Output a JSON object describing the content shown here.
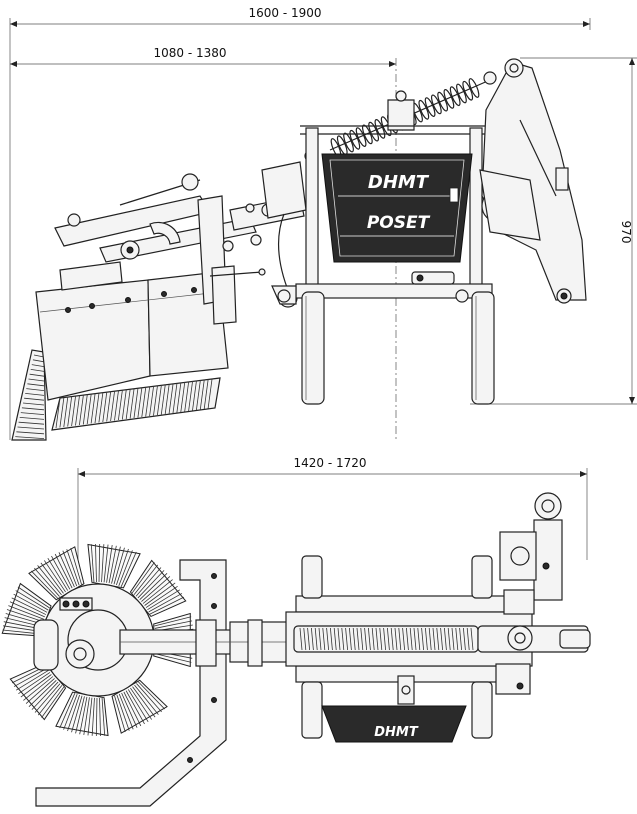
{
  "dimensions": {
    "overall_width": "1600 - 1900",
    "offset_width": "1080 - 1380",
    "height": "970",
    "top_view_width": "1420 - 1720"
  },
  "logos": {
    "side_dhmt": "DHMT",
    "side_poset": "POSET",
    "top_dhmt": "DHMT"
  },
  "colors": {
    "line": "#222222",
    "plate": "#2a2a2a",
    "background": "#ffffff"
  }
}
